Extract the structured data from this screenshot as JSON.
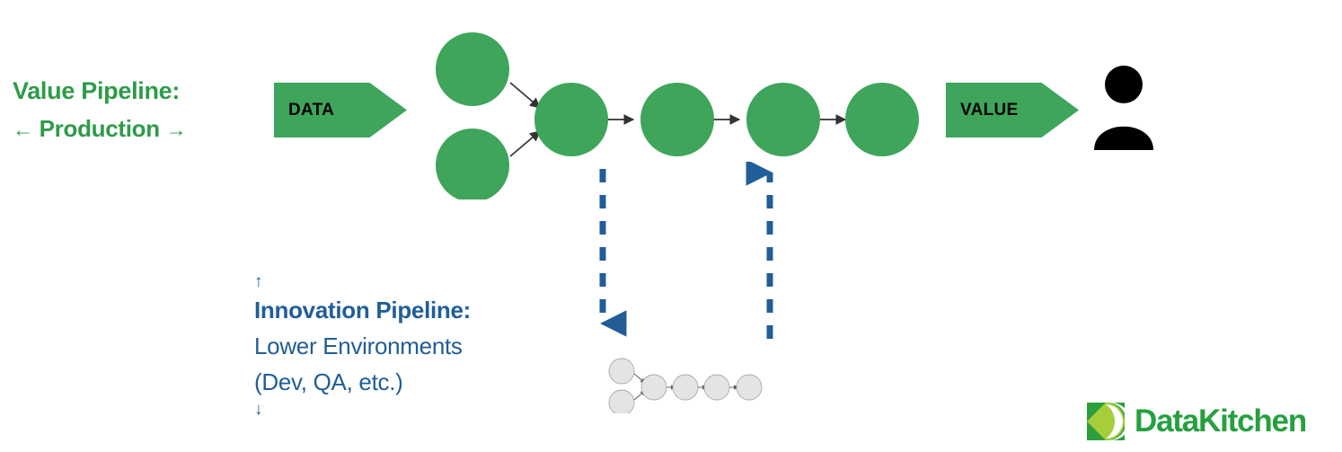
{
  "diagram": {
    "title_green": {
      "line1": "Value Pipeline:",
      "line2_prefix": "←",
      "line2_text": " Production ",
      "line2_suffix": "→"
    },
    "title_blue": {
      "caret_up": "↑",
      "line1": "Innovation Pipeline:",
      "line2": "Lower Environments",
      "line3": "(Dev, QA, etc.)",
      "caret_down": "↓"
    },
    "banners": {
      "data_label": "DATA",
      "value_label": "VALUE"
    },
    "persona": {
      "icon": "person-icon"
    },
    "value_pipeline": {
      "source_nodes": 2,
      "chain_nodes": 4,
      "node_radius": 40,
      "description": "Two source nodes merge into a four-node production chain"
    },
    "innovation_pipeline": {
      "source_nodes": 2,
      "chain_nodes": 4,
      "node_radius": 12,
      "description": "Miniature grey replica of the production pipeline"
    },
    "flow_arrows": {
      "deploy_down": {
        "direction": "down",
        "style": "dashed",
        "label": ""
      },
      "promote_up": {
        "direction": "up",
        "style": "dashed",
        "label": ""
      }
    },
    "logo": {
      "wordmark": "DataKitchen",
      "mark": "datakitchen-mark-icon"
    },
    "colors": {
      "green": "#3EA55B",
      "green_text": "#2E9B49",
      "blue": "#215E97",
      "grey_node": "#E2E2E2",
      "grey_stroke": "#AAAAAA",
      "arrow_dark": "#333333",
      "logo_dark_green": "#2C9F3C",
      "logo_light_green": "#A5CE3A",
      "black": "#000000"
    }
  }
}
